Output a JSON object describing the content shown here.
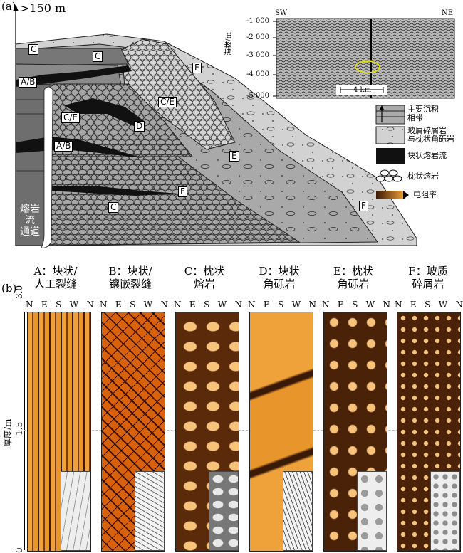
{
  "panel_a": {
    "label": "(a)",
    "scale": ">150 m",
    "column_label": [
      "熔岩",
      "流",
      "通道"
    ],
    "unit_labels": {
      "c_top": "C",
      "c_mid": "C",
      "ab_top": "A/B",
      "ce_right": "C/E",
      "ce_left": "C/E",
      "d": "D",
      "ab_low": "A/B",
      "e": "E",
      "f_low": "F",
      "c_low": "C",
      "f_top": "F",
      "f_right": "F"
    },
    "seismic": {
      "sw": "SW",
      "ne": "NE",
      "axis_label": "海拔/m",
      "ticks": [
        "-1 000",
        "-2 000",
        "-3 000",
        "-4 000",
        "-5 000"
      ],
      "scale_bar": "4 km"
    },
    "legend": [
      {
        "text": [
          "主要沉积",
          "相带"
        ],
        "icon": "sediment-arrow-icon"
      },
      {
        "text": [
          "玻屑碎屑岩",
          "与枕状角砾岩"
        ],
        "icon": "hyaloclastite-icon"
      },
      {
        "text": [
          "块状熔岩流"
        ],
        "icon": "massive-flow-icon"
      },
      {
        "text": [
          "枕状熔岩"
        ],
        "icon": "pillow-lava-icon"
      },
      {
        "text": [
          "电阻率"
        ],
        "icon": "resistivity-arrow-icon"
      }
    ]
  },
  "panel_b": {
    "label": "(b)",
    "axis_label": "厚度/m",
    "ticks": [
      "3.0",
      "1.5",
      "0"
    ],
    "compass": [
      "N",
      "E",
      "S",
      "W",
      "N"
    ],
    "panels": [
      {
        "title": [
          "A：块状/",
          "人工裂缝"
        ]
      },
      {
        "title": [
          "B：块状/",
          "镶嵌裂缝"
        ]
      },
      {
        "title": [
          "C：枕状",
          "熔岩"
        ]
      },
      {
        "title": [
          "D：块状",
          "角砾岩"
        ]
      },
      {
        "title": [
          "E：枕状",
          "角砾岩"
        ]
      },
      {
        "title": [
          "F：玻质",
          "碎屑岩"
        ]
      }
    ]
  },
  "colors": {
    "resistive": "#f0a23a",
    "conductive": "#3a1a06",
    "gray_dark": "#5a5a5a",
    "gray_mid": "#9a9a9a",
    "gray_light": "#c8c8c8"
  }
}
